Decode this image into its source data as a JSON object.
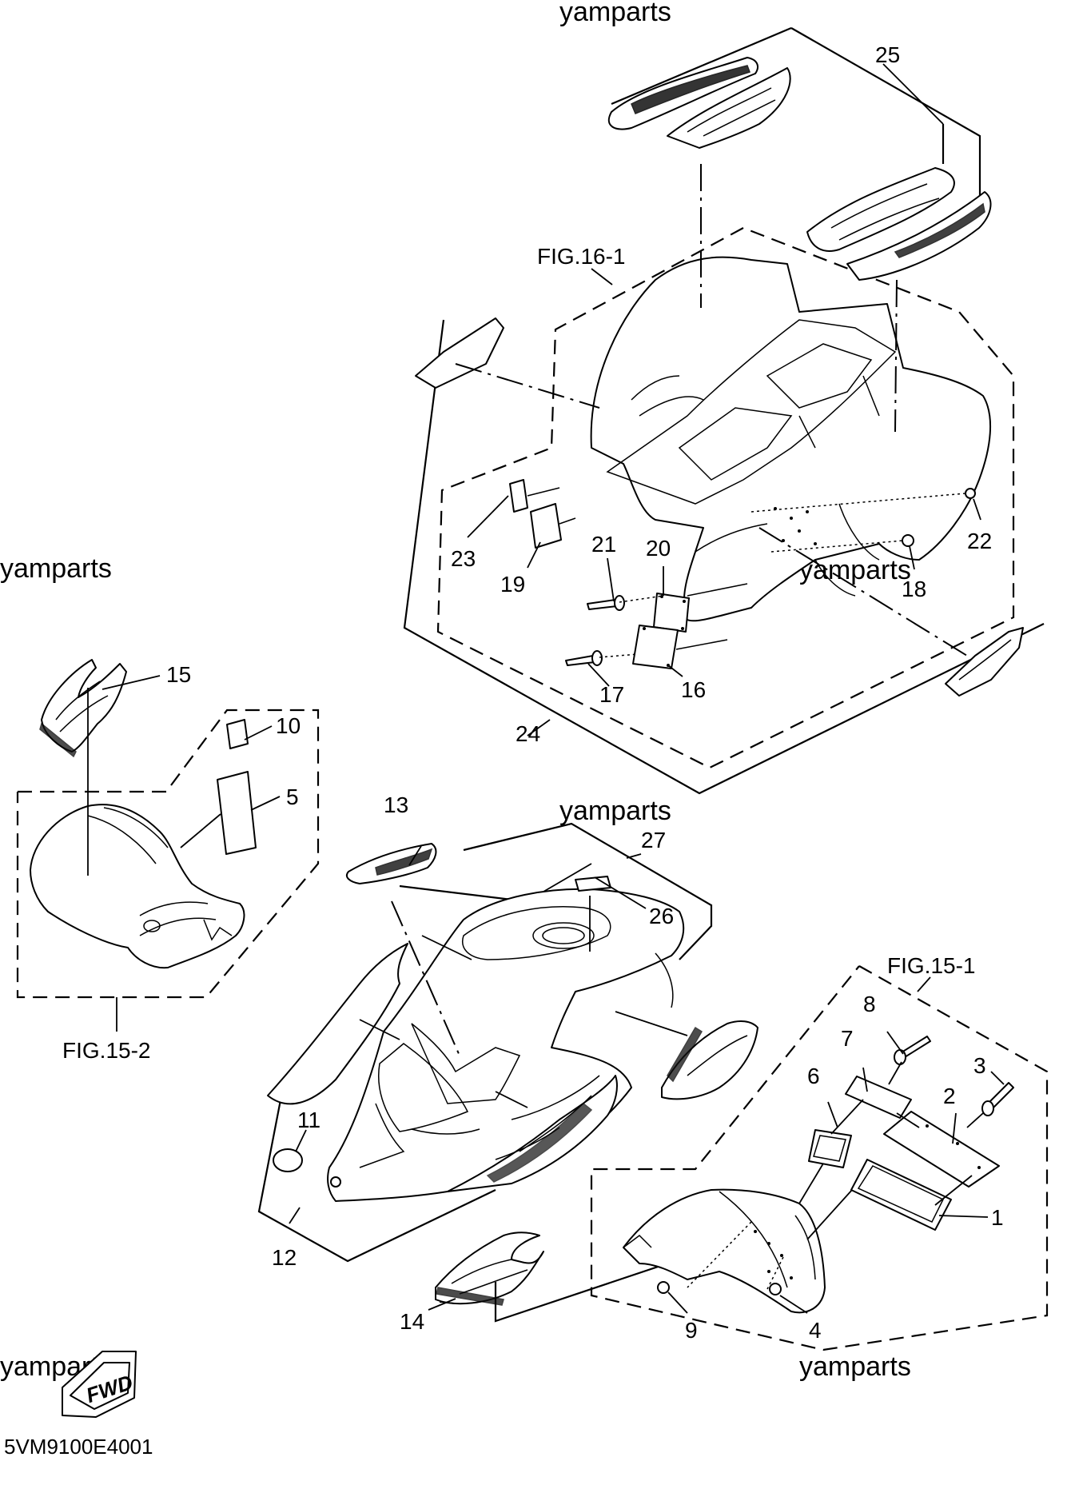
{
  "watermark": "yamparts",
  "figure_refs": {
    "fig_16_1": "FIG.16-1",
    "fig_15_2": "FIG.15-2",
    "fig_15_1": "FIG.15-1"
  },
  "part_numbers": {
    "p1": "1",
    "p2": "2",
    "p3": "3",
    "p4": "4",
    "p5": "5",
    "p6": "6",
    "p7": "7",
    "p8": "8",
    "p9": "9",
    "p10": "10",
    "p11": "11",
    "p12": "12",
    "p13": "13",
    "p14": "14",
    "p15": "15",
    "p16": "16",
    "p17": "17",
    "p18": "18",
    "p19": "19",
    "p20": "20",
    "p21": "21",
    "p22": "22",
    "p23": "23",
    "p24": "24",
    "p25": "25",
    "p26": "26",
    "p27": "27"
  },
  "fwd_badge": "FWD",
  "drawing_code": "5VM9100E4001"
}
